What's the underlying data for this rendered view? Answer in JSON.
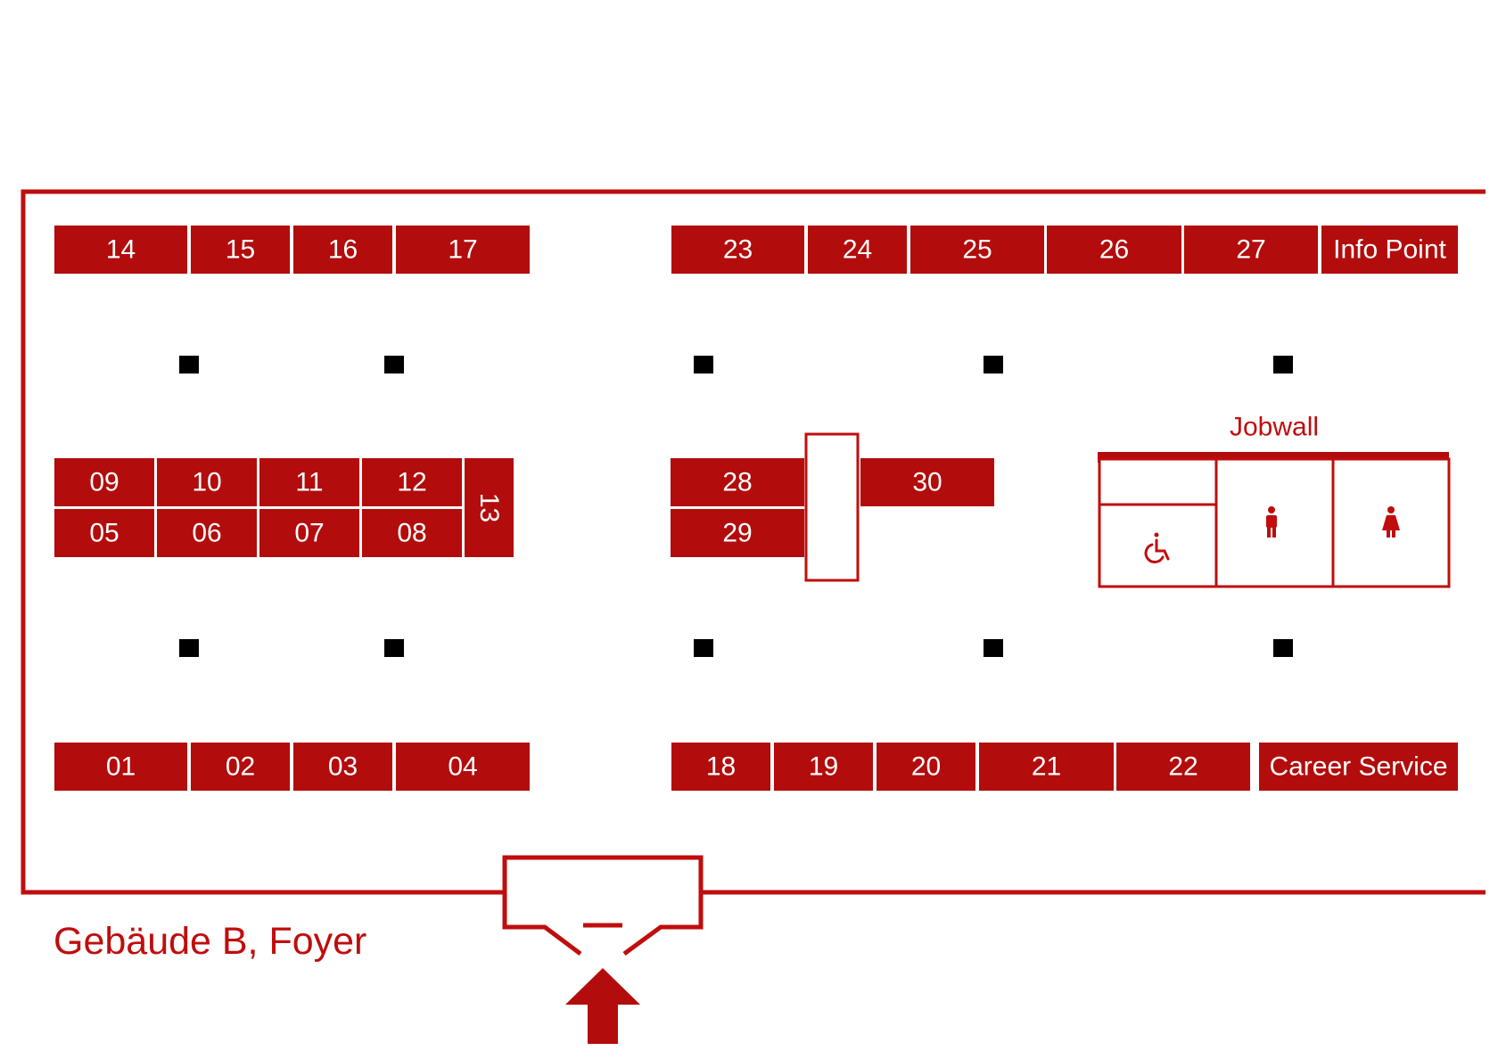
{
  "title": "Gebäude B, Foyer",
  "jobwall_label": "Jobwall",
  "colors": {
    "accent": "#b30c0c",
    "pillar": "#000000",
    "background": "#ffffff"
  },
  "booths": [
    {
      "id": "14",
      "label": "14"
    },
    {
      "id": "15",
      "label": "15"
    },
    {
      "id": "16",
      "label": "16"
    },
    {
      "id": "17",
      "label": "17"
    },
    {
      "id": "23",
      "label": "23"
    },
    {
      "id": "24",
      "label": "24"
    },
    {
      "id": "25",
      "label": "25"
    },
    {
      "id": "26",
      "label": "26"
    },
    {
      "id": "27",
      "label": "27"
    },
    {
      "id": "info-point",
      "label": "Info Point"
    },
    {
      "id": "09",
      "label": "09"
    },
    {
      "id": "10",
      "label": "10"
    },
    {
      "id": "11",
      "label": "11"
    },
    {
      "id": "12",
      "label": "12"
    },
    {
      "id": "05",
      "label": "05"
    },
    {
      "id": "06",
      "label": "06"
    },
    {
      "id": "07",
      "label": "07"
    },
    {
      "id": "08",
      "label": "08"
    },
    {
      "id": "13",
      "label": "13"
    },
    {
      "id": "28",
      "label": "28"
    },
    {
      "id": "29",
      "label": "29"
    },
    {
      "id": "30",
      "label": "30"
    },
    {
      "id": "01",
      "label": "01"
    },
    {
      "id": "02",
      "label": "02"
    },
    {
      "id": "03",
      "label": "03"
    },
    {
      "id": "04",
      "label": "04"
    },
    {
      "id": "18",
      "label": "18"
    },
    {
      "id": "19",
      "label": "19"
    },
    {
      "id": "20",
      "label": "20"
    },
    {
      "id": "21",
      "label": "21"
    },
    {
      "id": "22",
      "label": "22"
    },
    {
      "id": "career-service",
      "label": "Career Service"
    }
  ],
  "restroom_icons": [
    "wheelchair-icon",
    "male-restroom-icon",
    "female-restroom-icon"
  ],
  "entrance_icon": "entrance-arrow-icon"
}
